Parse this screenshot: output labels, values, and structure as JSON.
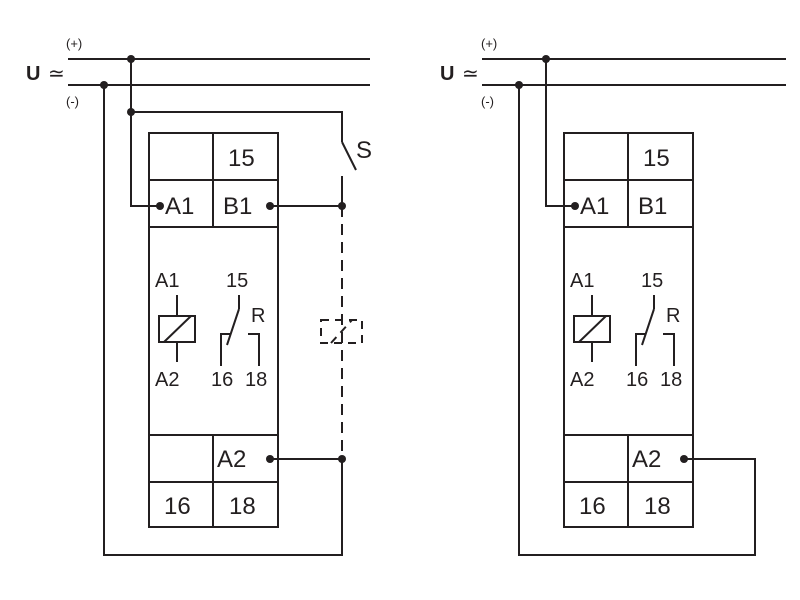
{
  "supply": {
    "label": "U",
    "symbol": "≃",
    "plus": "(+)",
    "minus": "(-)"
  },
  "diagram_left": {
    "switch_label": "S",
    "terminals": {
      "t15": "15",
      "a1": "A1",
      "b1": "B1",
      "a2": "A2",
      "t16": "16",
      "t18": "18"
    },
    "symbol": {
      "coil_top": "A1",
      "coil_bottom": "A2",
      "contact_common": "15",
      "contact_mode": "R",
      "contact_nc": "16",
      "contact_no": "18"
    }
  },
  "diagram_right": {
    "terminals": {
      "t15": "15",
      "a1": "A1",
      "b1": "B1",
      "a2": "A2",
      "t16": "16",
      "t18": "18"
    },
    "symbol": {
      "coil_top": "A1",
      "coil_bottom": "A2",
      "contact_common": "15",
      "contact_mode": "R",
      "contact_nc": "16",
      "contact_no": "18"
    }
  }
}
